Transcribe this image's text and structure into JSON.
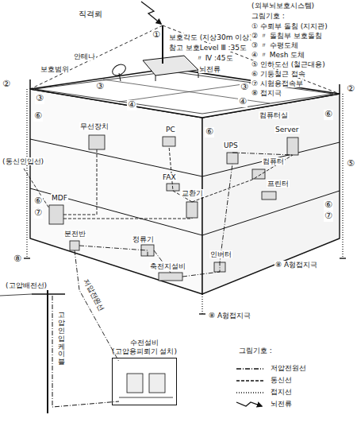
{
  "diagram": {
    "nodes": [
      {
        "text": [
          "수전설비",
          "(고압용피뢰기 설치)"
        ]
      }
    ],
    "labels": [
      "직격뢰",
      "①",
      "보호각도 (지상30m 이상)",
      "참고 보호Level Ⅲ :35도",
      "〃 Ⅳ :45도",
      "뇌전류",
      "안테나",
      "보호범위",
      "(외부뇌보호시스템)",
      "그림기호 :",
      "① 수뢰부 돌침 (지지관)",
      "② 〃 돌침부 보호돌침",
      "③ 〃 수평도체",
      "④ 〃 Mesh 도체",
      "⑤ 인하도선 (철근대용)",
      "⑥ 기둥철근 접속",
      "⑦ 시험용접속부",
      "⑧ 접지극",
      "②",
      "③",
      "③",
      "③",
      "②",
      "④",
      "④",
      "⑤",
      "⑥",
      "⑥",
      "⑥",
      "⑥",
      "⑥",
      "⑦",
      "⑦",
      "⑧",
      "⑧ A형접지극",
      "⑧ A형접지극",
      "무선장치",
      "PC",
      "컴퓨터실",
      "Server",
      "UPS",
      "컴퓨터",
      "FAX",
      "프린터",
      "MDF",
      "교환기",
      "분전반",
      "정류기",
      "인버터",
      "축전지설비",
      "(통신인입선)",
      "저압전원선",
      "(고압배전선)",
      "고압인입케이블",
      "그림기호 :"
    ],
    "legend": [
      {
        "text": "저압전원선"
      },
      {
        "text": "통신선"
      },
      {
        "text": "접지선"
      },
      {
        "text": "뇌전류"
      }
    ]
  }
}
